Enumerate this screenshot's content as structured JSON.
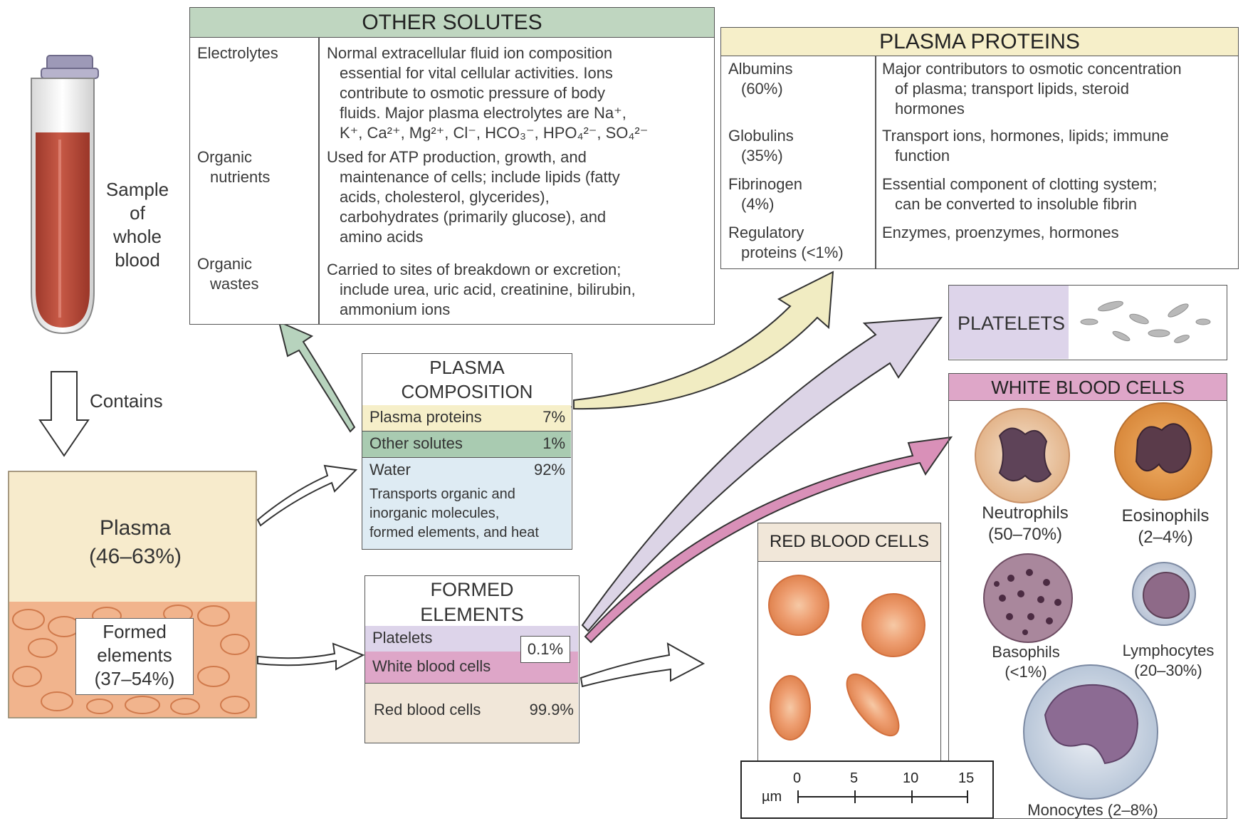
{
  "other_solutes": {
    "title": "OTHER SOLUTES",
    "rows": [
      {
        "label_line1": "Electrolytes",
        "label_line2": "",
        "desc": [
          "Normal extracellular fluid ion composition",
          "essential for vital cellular activities. Ions",
          "contribute to osmotic pressure of body",
          "fluids. Major plasma electrolytes are Na⁺,",
          "K⁺, Ca²⁺, Mg²⁺, Cl⁻, HCO₃⁻, HPO₄²⁻, SO₄²⁻"
        ]
      },
      {
        "label_line1": "Organic",
        "label_line2": "nutrients",
        "desc": [
          "Used for ATP production, growth, and",
          "maintenance of cells; include lipids (fatty",
          "acids, cholesterol, glycerides),",
          "carbohydrates (primarily glucose), and",
          "amino acids"
        ]
      },
      {
        "label_line1": "Organic",
        "label_line2": "wastes",
        "desc": [
          "Carried to sites of breakdown or excretion;",
          "include urea, uric acid, creatinine, bilirubin,",
          "ammonium ions"
        ]
      }
    ]
  },
  "plasma_proteins": {
    "title": "PLASMA PROTEINS",
    "rows": [
      {
        "label_line1": "Albumins",
        "label_line2": "(60%)",
        "desc": [
          "Major contributors to osmotic concentration",
          "of plasma; transport lipids, steroid",
          "hormones"
        ]
      },
      {
        "label_line1": "Globulins",
        "label_line2": "(35%)",
        "desc": [
          "Transport ions, hormones, lipids; immune",
          "function"
        ]
      },
      {
        "label_line1": "Fibrinogen",
        "label_line2": "(4%)",
        "desc": [
          "Essential component of clotting system;",
          "can be converted to insoluble fibrin"
        ]
      },
      {
        "label_line1": "Regulatory",
        "label_line2": "proteins (<1%)",
        "desc": [
          "Enzymes, proenzymes, hormones"
        ]
      }
    ]
  },
  "tube": {
    "label": [
      "Sample",
      "of",
      "whole",
      "blood"
    ],
    "contains": "Contains"
  },
  "sample": {
    "plasma_line1": "Plasma",
    "plasma_line2": "(46–63%)",
    "formed_line1": "Formed",
    "formed_line2": "elements",
    "formed_line3": "(37–54%)"
  },
  "plasma_composition": {
    "title_line1": "PLASMA",
    "title_line2": "COMPOSITION",
    "proteins_label": "Plasma proteins",
    "proteins_value": "7%",
    "solutes_label": "Other solutes",
    "solutes_value": "1%",
    "water_label": "Water",
    "water_value": "92%",
    "water_desc": [
      "Transports organic and",
      "inorganic molecules,",
      "formed elements, and heat"
    ]
  },
  "formed_elements": {
    "title_line1": "FORMED",
    "title_line2": "ELEMENTS",
    "platelets_label": "Platelets",
    "wbc_label": "White blood cells",
    "combined_value": "0.1%",
    "rbc_label": "Red blood cells",
    "rbc_value": "99.9%"
  },
  "platelets_panel": {
    "title": "PLATELETS"
  },
  "wbc_panel": {
    "title": "WHITE BLOOD CELLS",
    "cells": [
      {
        "name": "Neutrophils",
        "pct": "(50–70%)"
      },
      {
        "name": "Eosinophils",
        "pct": "(2–4%)"
      },
      {
        "name": "Basophils",
        "pct": "(<1%)"
      },
      {
        "name": "Lymphocytes",
        "pct": "(20–30%)"
      },
      {
        "name": "Monocytes (2–8%)",
        "pct": ""
      }
    ]
  },
  "rbc_panel": {
    "title": "RED BLOOD CELLS"
  },
  "scale": {
    "unit": "µm",
    "ticks": [
      "0",
      "5",
      "10",
      "15"
    ]
  },
  "colors": {
    "green_header": "#bfd6c0",
    "yellow_header": "#f6efc9",
    "platelet_purple": "#ddd4ea",
    "wbc_pink": "#dea6c8",
    "water_blue": "#deebf3",
    "rbc_beige": "#f1e7d9",
    "plasma_beige": "#f7ebcc",
    "blood_red": "#bd4c3c"
  }
}
